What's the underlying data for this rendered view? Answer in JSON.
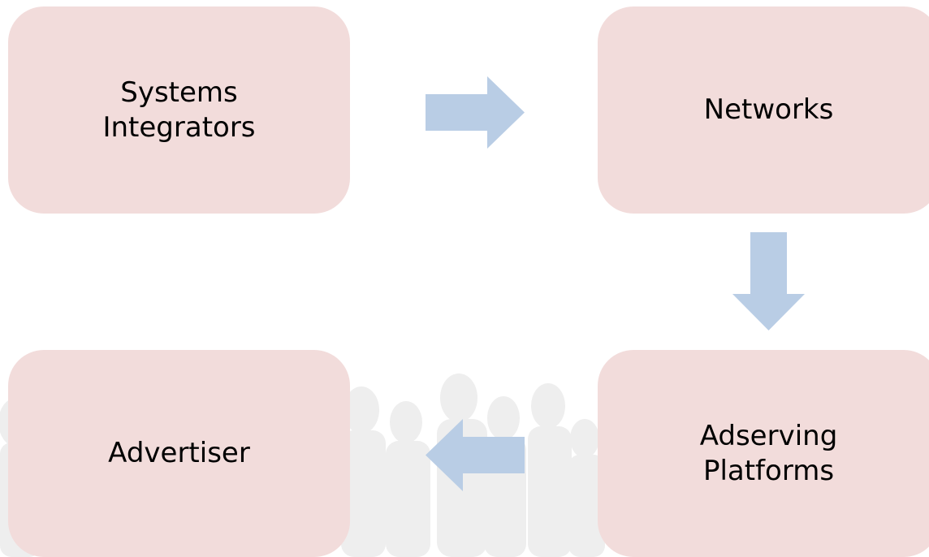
{
  "diagram": {
    "nodes": [
      {
        "id": "systems-integrators",
        "label": "Systems\nIntegrators"
      },
      {
        "id": "networks",
        "label": "Networks"
      },
      {
        "id": "adserving-platforms",
        "label": "Adserving\nPlatforms"
      },
      {
        "id": "advertiser",
        "label": "Advertiser"
      }
    ],
    "edges": [
      {
        "from": "systems-integrators",
        "to": "networks",
        "direction": "right"
      },
      {
        "from": "networks",
        "to": "adserving-platforms",
        "direction": "down"
      },
      {
        "from": "adserving-platforms",
        "to": "advertiser",
        "direction": "left"
      }
    ]
  },
  "colors": {
    "node_fill": "#f2dcdb",
    "arrow_fill": "#b9cde5",
    "text": "#000000",
    "background": "#ffffff",
    "background_silhouettes": "#eeeeee"
  }
}
